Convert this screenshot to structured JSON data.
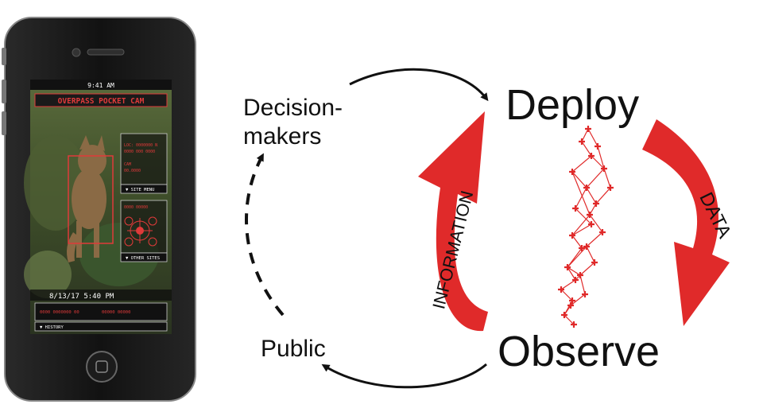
{
  "colors": {
    "accent_red": "#e02a2a",
    "text": "#111111",
    "phone_body": "#161616",
    "screen_hud": "#e03a3a"
  },
  "phone": {
    "status_time": "9:41 AM",
    "app_title": "OVERPASS POCKET CAM",
    "panel_text_1": "LOC: 0000000 N",
    "panel_text_2": "0000 000 0000",
    "panel_text_3": "CAM",
    "panel_text_4": "00.0000",
    "site_menu": "SITE MENU",
    "panel_text_5": "0000 00000",
    "other_sites": "OTHER SITES",
    "date_time": "8/13/17   5:40 PM",
    "detection_label": "0000 0000000 00",
    "detection_value": "00000 00000",
    "history": "HISTORY"
  },
  "diagram": {
    "deploy": "Deploy",
    "observe": "Observe",
    "decision_makers_line1": "Decision-",
    "decision_makers_line2": "makers",
    "public": "Public",
    "data_label": "DATA",
    "information_label": "INFORMATION"
  },
  "icons": {
    "home_button": "home-button-icon",
    "camera": "camera-icon",
    "speaker": "speaker-icon",
    "target": "target-icon",
    "route_markers": "plus-marker-icon"
  }
}
